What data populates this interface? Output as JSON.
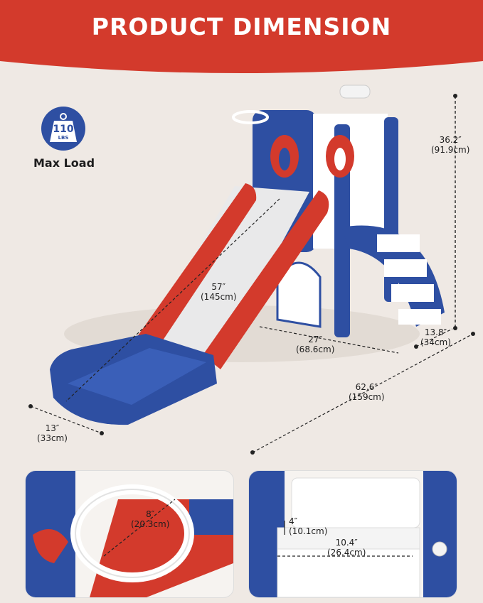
{
  "title": "PRODUCT DIMENSION",
  "badge": {
    "weight": "110",
    "unit": "LBS",
    "label": "Max Load"
  },
  "dimensions": {
    "height": {
      "in": "36.2″",
      "cm": "(91.9cm)"
    },
    "slide_length": {
      "in": "57″",
      "cm": "(145cm)"
    },
    "platform_width": {
      "in": "27″",
      "cm": "(68.6cm)"
    },
    "step_depth": {
      "in": "13.8″",
      "cm": "(34cm)"
    },
    "total_length": {
      "in": "62.6″",
      "cm": "(159cm)"
    },
    "slide_width": {
      "in": "13″",
      "cm": "(33cm)"
    },
    "hoop": {
      "in": "8″",
      "cm": "(20.3cm)"
    },
    "step_height": {
      "in": "4″",
      "cm": "(10.1cm)"
    },
    "step_width": {
      "in": "10.4″",
      "cm": "(26.4cm)"
    }
  },
  "colors": {
    "red": "#d33a2c",
    "blue": "#2e4fa2",
    "white": "#ffffff",
    "background": "#efe9e4"
  }
}
